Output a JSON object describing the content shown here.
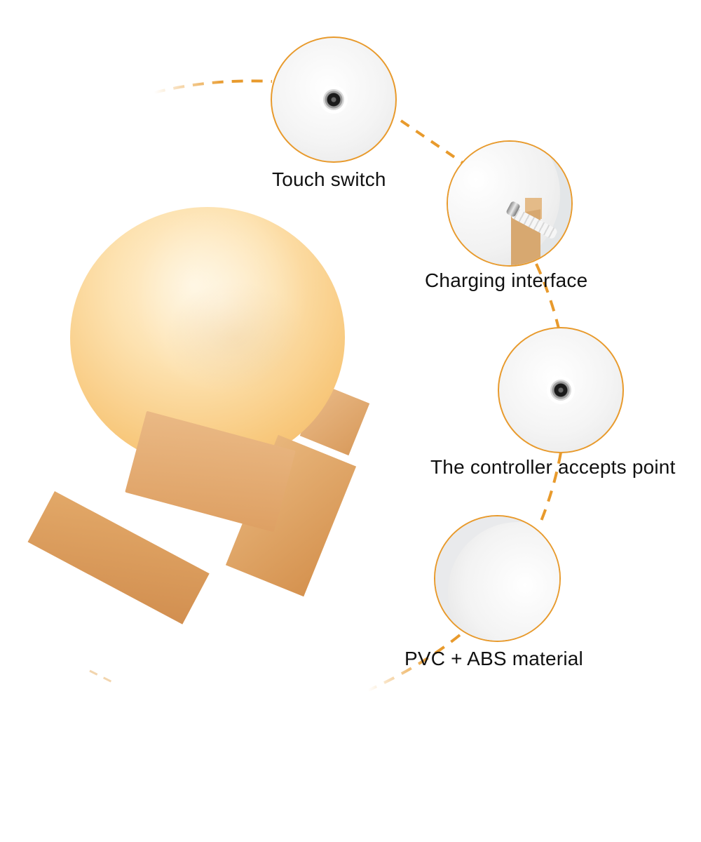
{
  "page": {
    "background": "#ffffff",
    "accent_color": "#e89a2c"
  },
  "product": {
    "name": "moon-lamp-on-wooden-stand",
    "glow_color": "#f8c97e",
    "stand_color": "#d99a5a"
  },
  "features": [
    {
      "label": "Touch switch",
      "icon": "dc-port-icon",
      "image": "moon-sphere-closeup-port"
    },
    {
      "label": "Charging interface",
      "icon": "charging-plug-icon",
      "image": "moon-sphere-with-cable"
    },
    {
      "label": "The controller accepts point",
      "icon": "dc-port-icon",
      "image": "moon-sphere-closeup-port"
    },
    {
      "label": "PVC + ABS material",
      "icon": "sphere-surface-icon",
      "image": "moon-sphere-surface"
    }
  ],
  "connector": {
    "style": "dashed-arc",
    "color": "#e89a2c"
  }
}
